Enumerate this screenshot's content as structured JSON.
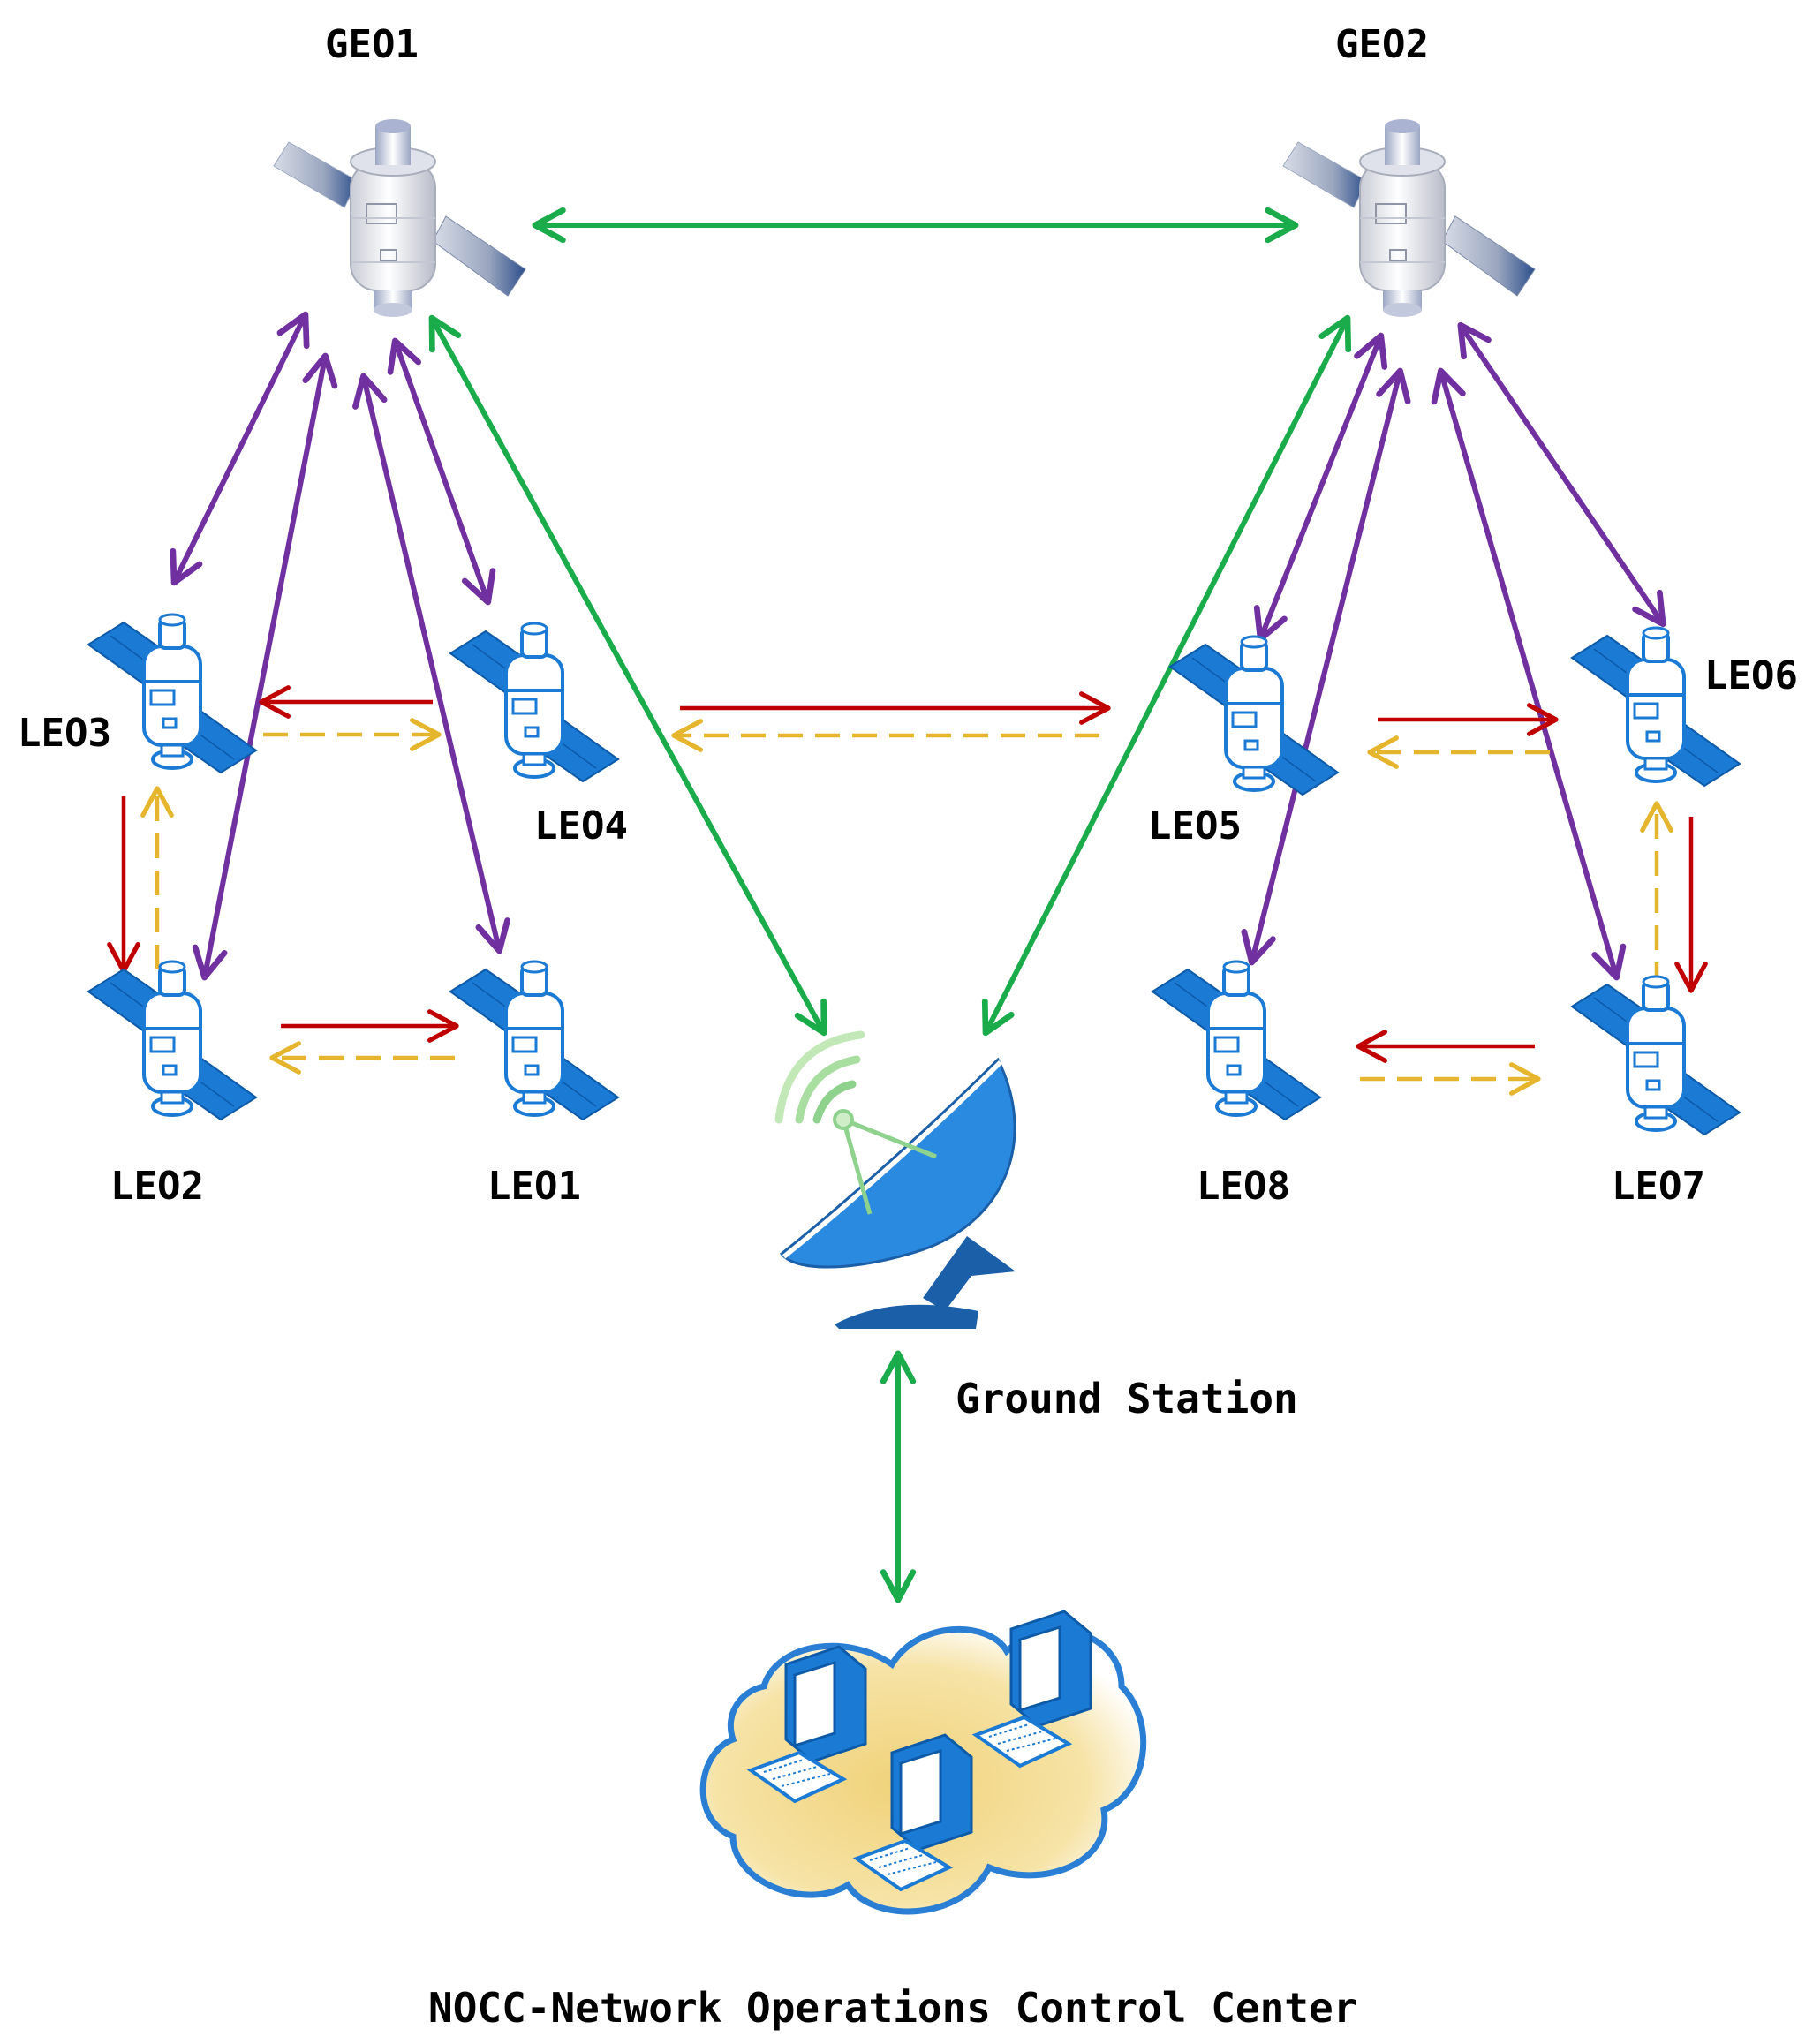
{
  "labels": {
    "geo1": "GEO1",
    "geo2": "GEO2",
    "leo1": "LEO1",
    "leo2": "LEO2",
    "leo3": "LEO3",
    "leo4": "LEO4",
    "leo5": "LEO5",
    "leo6": "LEO6",
    "leo7": "LEO7",
    "leo8": "LEO8",
    "ground_station": "Ground Station",
    "nocc": "NOCC-Network Operations Control Center"
  },
  "colors": {
    "geo_link": "#1aab4b",
    "geo_leo_link": "#7030a0",
    "leo_link_solid": "#c00000",
    "leo_link_dashed": "#e6b52e",
    "satellite_panel": "#1a7ad4",
    "geo_panel": "#9aa6bf",
    "dish": "#2a8ae0",
    "cloud_outline": "#2a7fd4",
    "cloud_fill": "#f0d27a"
  },
  "icons": {
    "geo_satellite": "satellite-icon",
    "leo_satellite": "satellite-icon",
    "ground_station": "satellite-dish-icon",
    "nocc": "computer-network-cloud-icon"
  }
}
